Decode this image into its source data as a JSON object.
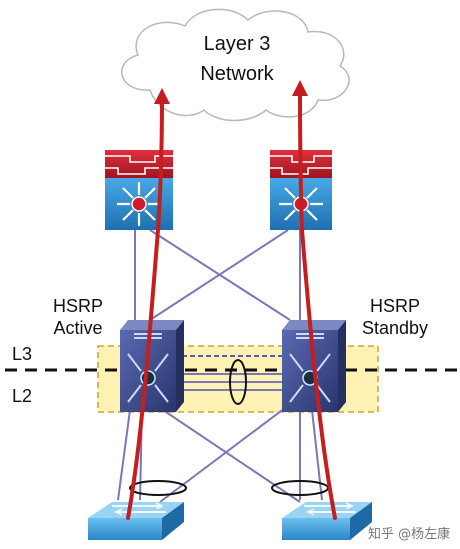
{
  "cloud": {
    "line1": "Layer 3",
    "line2": "Network"
  },
  "labels": {
    "hsrp_active_1": "HSRP",
    "hsrp_active_2": "Active",
    "hsrp_standby_1": "HSRP",
    "hsrp_standby_2": "Standby",
    "l3": "L3",
    "l2": "L2"
  },
  "watermark": "知乎 @杨左康",
  "colors": {
    "traffic_arrow": "#c41e1e",
    "link_line": "#7a78b8",
    "l3l2_zone_fill": "#fff2b3",
    "l3l2_zone_border": "#c9a83a",
    "device_blue": "#2f8fd0",
    "firewall_red": "#c8202e",
    "dist_switch": "#3a4a8a"
  },
  "icons": {
    "cloud": "cloud-icon",
    "core_left": "core-switch-icon",
    "core_right": "core-switch-icon",
    "dist_left": "distribution-switch-icon",
    "dist_right": "distribution-switch-icon",
    "access_left": "access-switch-icon",
    "access_right": "access-switch-icon"
  }
}
